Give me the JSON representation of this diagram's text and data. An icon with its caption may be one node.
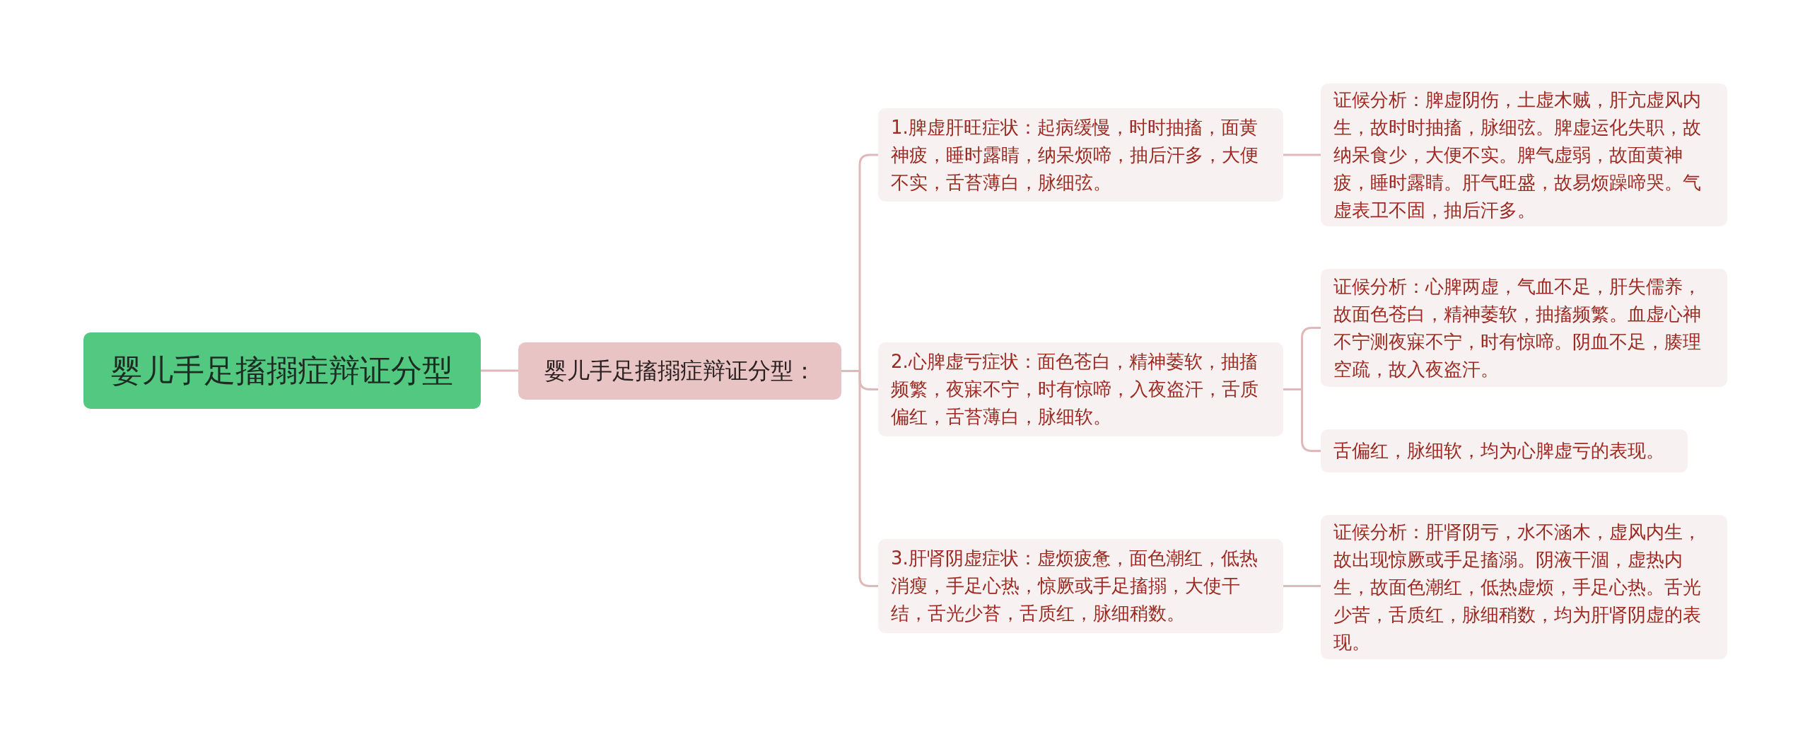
{
  "diagram": {
    "nodes": [
      {
        "text": [
          "婴儿手足搐搦症辩证分型"
        ]
      },
      {
        "text": [
          "婴儿手足搐搦症辩证分型："
        ]
      },
      {
        "text": [
          "1.脾虚肝旺症状：起病缓慢，时时抽搐，面黄神疲，睡时露睛，纳呆烦啼，抽后汗多，大便不实，舌苔薄白，脉细弦。"
        ]
      },
      {
        "text": [
          "2.心脾虚亏症状：面色苍白，精神萎软，抽搐频繁，夜寐不宁，时有惊啼，入夜盗汗，舌质偏红，舌苔薄白，脉细软。"
        ]
      },
      {
        "text": [
          "3.肝肾阴虚症状：虚烦疲惫，面色潮红，低热消瘦，手足心热，惊厥或手足搐搦，大使干结，舌光少苔，舌质红，脉细稍数。"
        ]
      },
      {
        "text": [
          "证候分析：脾虚阴伤，土虚木贼，肝亢虚风内生，故时时抽搐，脉细弦。脾虚运化失职，故纳呆食少，大便不实。脾气虚弱，故面黄神疲，睡时露睛。肝气旺盛，故易烦躁啼哭。气虚表卫不固，抽后汗多。"
        ]
      },
      {
        "text": [
          "证候分析：心脾两虚，气血不足，肝失儒养，故面色苍白，精神萎软，抽搐频繁。血虚心神不宁测夜寐不宁，时有惊啼。阴血不足，腠理空疏，故入夜盗汗。"
        ]
      },
      {
        "text": [
          "舌偏红，脉细软，均为心脾虚亏的表现。"
        ]
      },
      {
        "text": [
          "证候分析：肝肾阴亏，水不涵木，虚风内生，故出现惊厥或手足搐溺。阴液干涸，虚热内生，故面色潮红，低热虚烦，手足心热。舌光少苦，舌质红，脉细稍数，均为肝肾阴虚的表现。"
        ]
      }
    ],
    "edges": [
      {
        "from": 0,
        "to": 1,
        "arrow": "none"
      },
      {
        "from": 1,
        "to": 2,
        "arrow": "none"
      },
      {
        "from": 1,
        "to": 3,
        "arrow": "none"
      },
      {
        "from": 1,
        "to": 4,
        "arrow": "none"
      },
      {
        "from": 2,
        "to": 5,
        "arrow": "none"
      },
      {
        "from": 3,
        "to": 6,
        "arrow": "none"
      },
      {
        "from": 3,
        "to": 7,
        "arrow": "none"
      },
      {
        "from": 4,
        "to": 8,
        "arrow": "none"
      }
    ]
  }
}
